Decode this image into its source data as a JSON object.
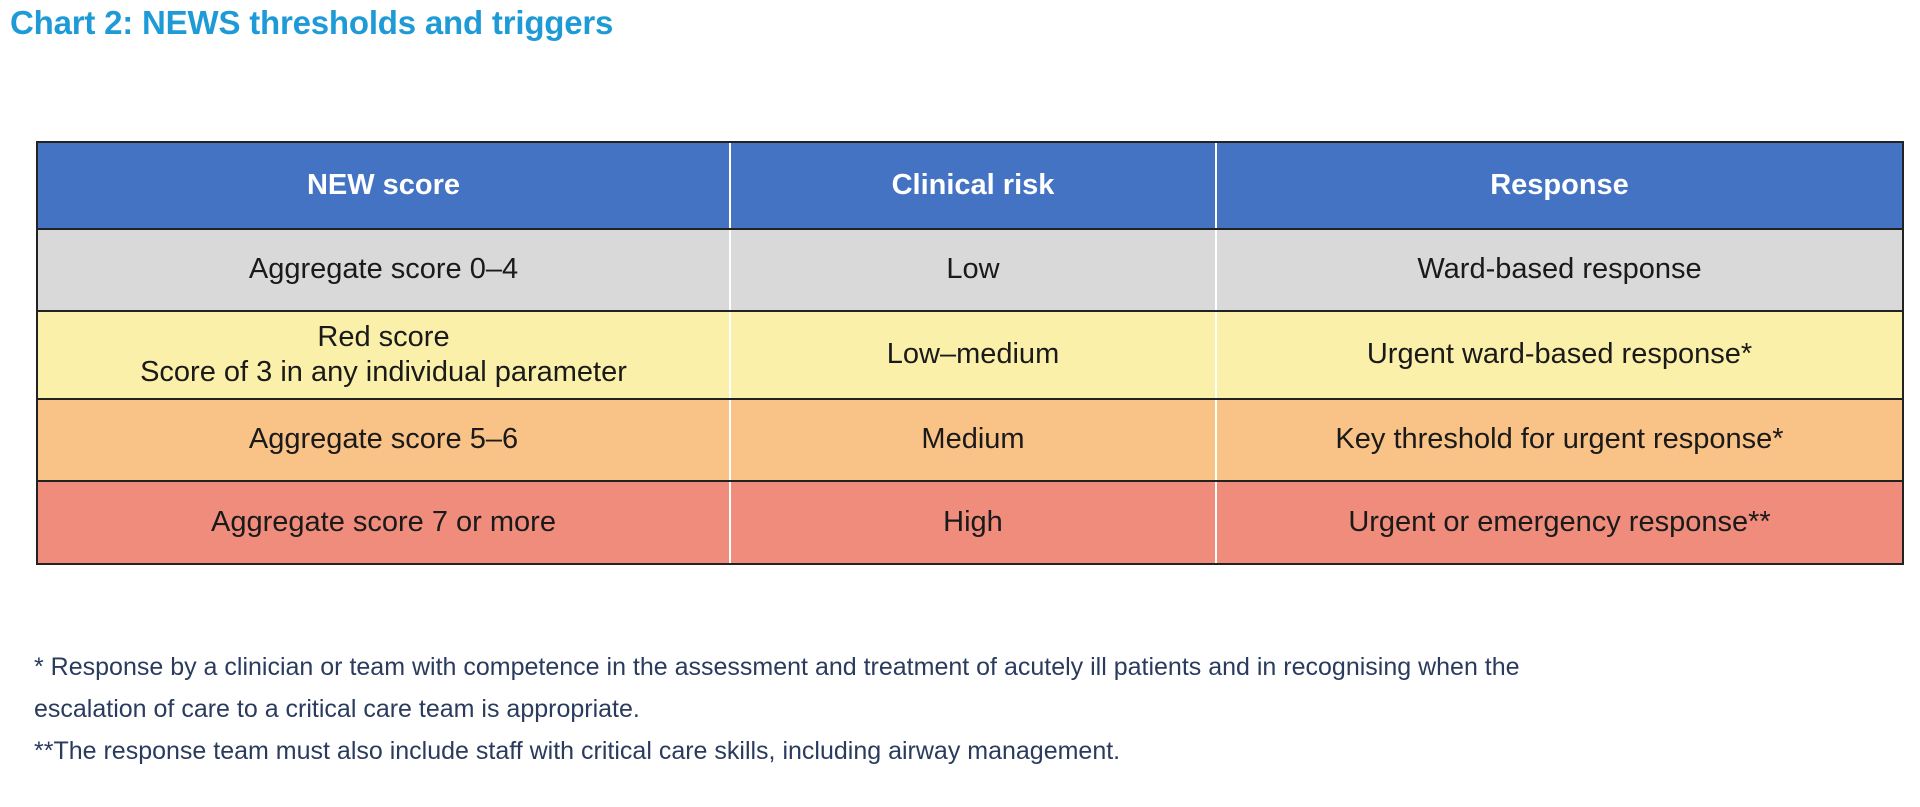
{
  "title": "Chart 2: NEWS thresholds and triggers",
  "colors": {
    "title": "#1E9BD7",
    "header_bg": "#4473C4",
    "header_text": "#FFFFFF",
    "row_low": "#D9D9D9",
    "row_red": "#FBF0A9",
    "row_medium": "#F9C286",
    "row_high": "#F08C7C",
    "border": "#222222",
    "footnote_text": "#2A3B5E"
  },
  "chart_data": {
    "type": "table",
    "title": "Chart 2: NEWS thresholds and triggers",
    "columns": [
      "NEW score",
      "Clinical risk",
      "Response"
    ],
    "rows": [
      {
        "score": "Aggregate score 0–4",
        "score_line2": "",
        "risk": "Low",
        "response": "Ward-based response",
        "color": "#D9D9D9"
      },
      {
        "score": "Red score",
        "score_line2": "Score of 3 in any individual parameter",
        "risk": "Low–medium",
        "response": "Urgent ward-based response*",
        "color": "#FBF0A9"
      },
      {
        "score": "Aggregate score 5–6",
        "score_line2": "",
        "risk": "Medium",
        "response": "Key threshold for urgent response*",
        "color": "#F9C286"
      },
      {
        "score": "Aggregate score 7 or more",
        "score_line2": "",
        "risk": "High",
        "response": "Urgent or emergency response**",
        "color": "#F08C7C"
      }
    ]
  },
  "table": {
    "headers": {
      "col1": "NEW score",
      "col2": "Clinical risk",
      "col3": "Response"
    },
    "rows": [
      {
        "score_line1": "Aggregate score 0–4",
        "score_line2": "",
        "risk": "Low",
        "response": "Ward-based response"
      },
      {
        "score_line1": "Red score",
        "score_line2": "Score of 3 in any individual parameter",
        "risk": "Low–medium",
        "response": "Urgent ward-based response*"
      },
      {
        "score_line1": "Aggregate score 5–6",
        "score_line2": "",
        "risk": "Medium",
        "response": "Key threshold for urgent response*"
      },
      {
        "score_line1": "Aggregate score 7 or more",
        "score_line2": "",
        "risk": "High",
        "response": "Urgent or emergency response**"
      }
    ]
  },
  "footnotes": {
    "line1": "* Response by a clinician or team with competence in the assessment and treatment of acutely ill patients and in recognising when the",
    "line2": "escalation of care to a critical care team is appropriate.",
    "line3": "**The response team must also include staff with critical care skills, including airway management."
  }
}
